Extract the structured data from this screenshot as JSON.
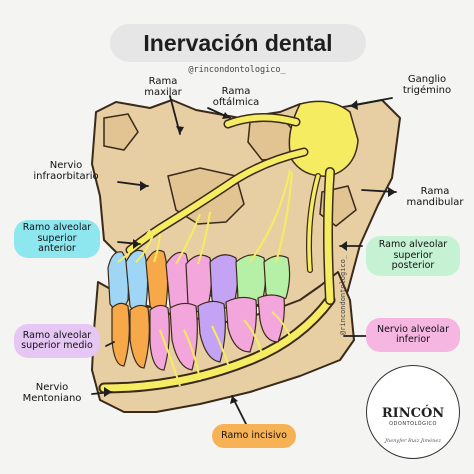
{
  "title": "Inervación dental",
  "handle": "@rincondontologico_",
  "handle_vertical": "@rincondontologico_",
  "labels": {
    "rama_maxilar": [
      "Rama",
      "maxilar"
    ],
    "rama_oftalmica": [
      "Rama",
      "oftálmica"
    ],
    "ganglio": [
      "Ganglio",
      "trigémino"
    ],
    "nervio_infraorbitario": [
      "Nervio",
      "infraorbitario"
    ],
    "rama_mandibular": [
      "Rama",
      "mandibular"
    ],
    "ramo_alveolar_sup_ant": [
      "Ramo alveolar",
      "superior",
      "anterior"
    ],
    "ramo_alveolar_sup_post": [
      "Ramo alveolar",
      "superior",
      "posterior"
    ],
    "ramo_alveolar_sup_medio": [
      "Ramo alveolar",
      "superior medio"
    ],
    "nervio_alveolar_inf": [
      "Nervio alveolar",
      "inferior"
    ],
    "nervio_mentoniano": [
      "Nervio",
      "Mentoniano"
    ],
    "ramo_incisivo": "Ramo incisivo"
  },
  "logo": {
    "title": "RINCÓN",
    "subtitle": "ODONTOLÓGICO",
    "signature": "Jhenyfer Ruiz Jiménez"
  },
  "colors": {
    "background": "#f4f4f2",
    "bone": "#e8cfa3",
    "bone_outline": "#3a2a1a",
    "nerve": "#f6ec62",
    "pill_cyan": "#8ee6ef",
    "pill_lavender": "#e6c6f3",
    "pill_pink": "#f6b6e2",
    "pill_orange": "#f7b255",
    "pill_mint": "#c6f2d4",
    "tooth_blue": "#9fd6f5",
    "tooth_orange": "#f7a94a",
    "tooth_pink": "#f2a6dc",
    "tooth_violet": "#c5a3f4",
    "tooth_green": "#b5f0a6"
  }
}
